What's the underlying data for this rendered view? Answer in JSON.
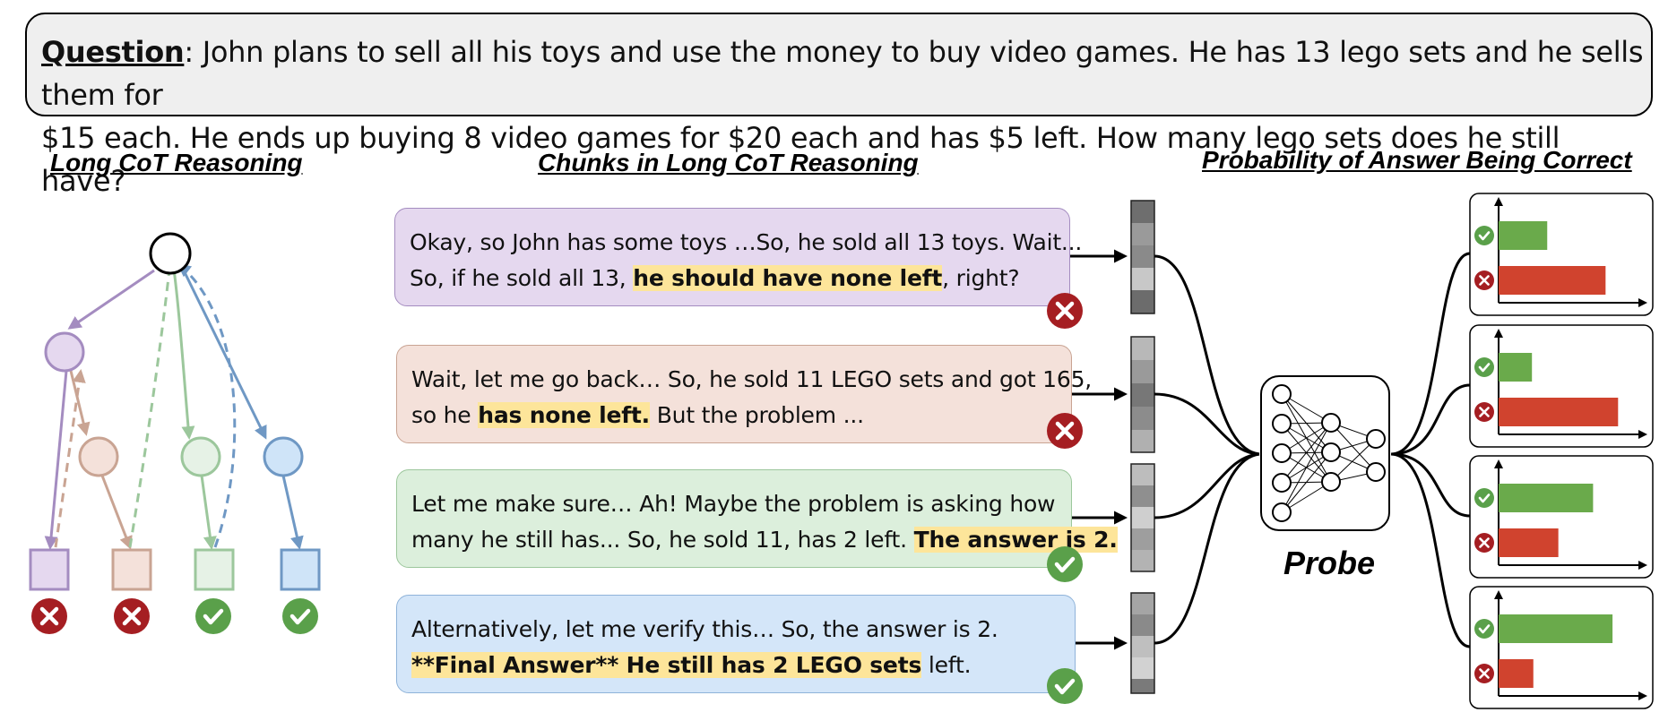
{
  "question": {
    "label": "Question",
    "line1": ": John plans to sell all his toys and use the money to buy video games. He has 13 lego sets and he sells them for",
    "line2": "$15 each. He ends up buying 8 video games for $20 each and has $5 left. How many lego sets does he still have?"
  },
  "headings": {
    "long_cot": "Long CoT Reasoning",
    "chunks": "Chunks in Long CoT Reasoning",
    "probability": "Probability of Answer Being Correct"
  },
  "chunks": [
    {
      "line1": "Okay, so John has some toys …So, he sold all 13 toys. Wait...",
      "line2_pre": "So, if he sold all 13, ",
      "line2_hl": "he should have none left",
      "line2_post": ", right?",
      "status": "incorrect",
      "bg": "#e5d8ef",
      "border": "#a48cc0"
    },
    {
      "line1": "Wait, let me go back… So, he sold 11 LEGO sets and got 165,",
      "line2_pre": "so he ",
      "line2_hl": "has none left.",
      "line2_post": " But the problem ...",
      "status": "incorrect",
      "bg": "#f4e1da",
      "border": "#c9a493"
    },
    {
      "line1": "Let me make sure… Ah! Maybe the problem is asking how",
      "line2_pre": "many he still has... So, he sold 11, has 2 left. ",
      "line2_hl": "The answer is 2.",
      "line2_post": "",
      "status": "correct",
      "bg": "#dcefdc",
      "border": "#9cc79c"
    },
    {
      "line1": "Alternatively, let me verify this… So, the answer is 2.",
      "line2_pre": "",
      "line2_hl": "**Final Answer** He still has 2 LEGO sets",
      "line2_post": " left.",
      "status": "correct",
      "bg": "#d4e6f9",
      "border": "#8fb3d9"
    }
  ],
  "probe": {
    "label": "Probe"
  },
  "tree": {
    "leaves": [
      {
        "status": "incorrect",
        "color": "#a48cc0",
        "fill": "#e5d8ef"
      },
      {
        "status": "incorrect",
        "color": "#c9a493",
        "fill": "#f4e1da"
      },
      {
        "status": "correct",
        "color": "#9cc79c",
        "fill": "#e6f2e6"
      },
      {
        "status": "correct",
        "color": "#6f98c4",
        "fill": "#cfe4f8"
      }
    ]
  },
  "colors": {
    "correct": "#5aa04a",
    "incorrect": "#a51e22",
    "bar_correct": "#6aaa4b",
    "bar_incorrect": "#d0432e"
  },
  "chart_data": {
    "type": "bar",
    "title": "Probability of Answer Being Correct",
    "panels": [
      {
        "chunk": 1,
        "correct": 0.35,
        "incorrect": 0.77
      },
      {
        "chunk": 2,
        "correct": 0.24,
        "incorrect": 0.86
      },
      {
        "chunk": 3,
        "correct": 0.68,
        "incorrect": 0.43
      },
      {
        "chunk": 4,
        "correct": 0.82,
        "incorrect": 0.25
      }
    ],
    "xlim": [
      0,
      1
    ]
  }
}
